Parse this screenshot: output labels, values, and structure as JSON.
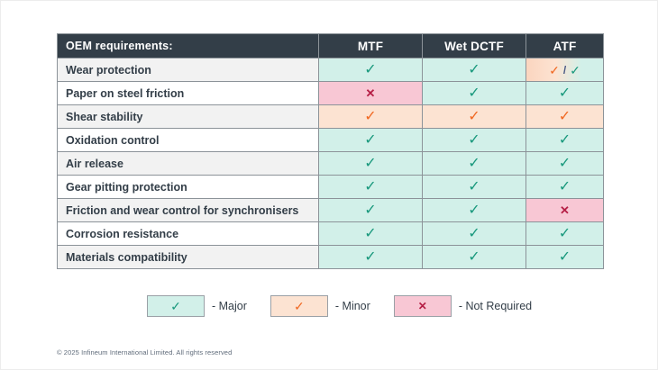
{
  "colors": {
    "header_bg": "#333e48",
    "grid_line": "#8c9399",
    "row_alt_bg": "#f2f2f2",
    "major_bg": "#d2f0e9",
    "major_check": "#18987c",
    "minor_bg": "#fce3d2",
    "minor_check": "#f06822",
    "not_required_bg": "#f8c7d4",
    "not_required_cross": "#b51e45",
    "mixed_slash": "#4a5a85"
  },
  "chart_data": {
    "type": "table",
    "header_label": "OEM requirements:",
    "columns": [
      "MTF",
      "Wet DCTF",
      "ATF"
    ],
    "rows": [
      {
        "label": "Wear protection",
        "cells": [
          "major",
          "major",
          "mixed"
        ]
      },
      {
        "label": "Paper on steel friction",
        "cells": [
          "not_required",
          "major",
          "major"
        ]
      },
      {
        "label": "Shear stability",
        "cells": [
          "minor",
          "minor",
          "minor"
        ]
      },
      {
        "label": "Oxidation control",
        "cells": [
          "major",
          "major",
          "major"
        ]
      },
      {
        "label": "Air release",
        "cells": [
          "major",
          "major",
          "major"
        ]
      },
      {
        "label": "Gear pitting protection",
        "cells": [
          "major",
          "major",
          "major"
        ]
      },
      {
        "label": "Friction and wear control for synchronisers",
        "cells": [
          "major",
          "major",
          "not_required"
        ]
      },
      {
        "label": "Corrosion resistance",
        "cells": [
          "major",
          "major",
          "major"
        ]
      },
      {
        "label": "Materials compatibility",
        "cells": [
          "major",
          "major",
          "major"
        ]
      }
    ],
    "cell_meaning": {
      "major": "Major",
      "minor": "Minor",
      "not_required": "Not Required",
      "mixed": "Minor / Major"
    }
  },
  "symbols": {
    "major": "✓",
    "minor": "✓",
    "not_required": "✕",
    "mixed": [
      "✓",
      "/",
      "✓"
    ]
  },
  "legend": {
    "items": [
      {
        "type": "major",
        "symbol": "✓",
        "label": "- Major"
      },
      {
        "type": "minor",
        "symbol": "✓",
        "label": "- Minor"
      },
      {
        "type": "not_required",
        "symbol": "✕",
        "label": "- Not Required"
      }
    ]
  },
  "footer": {
    "copyright": "© 2025 Infineum International Limited. All rights reserved"
  }
}
